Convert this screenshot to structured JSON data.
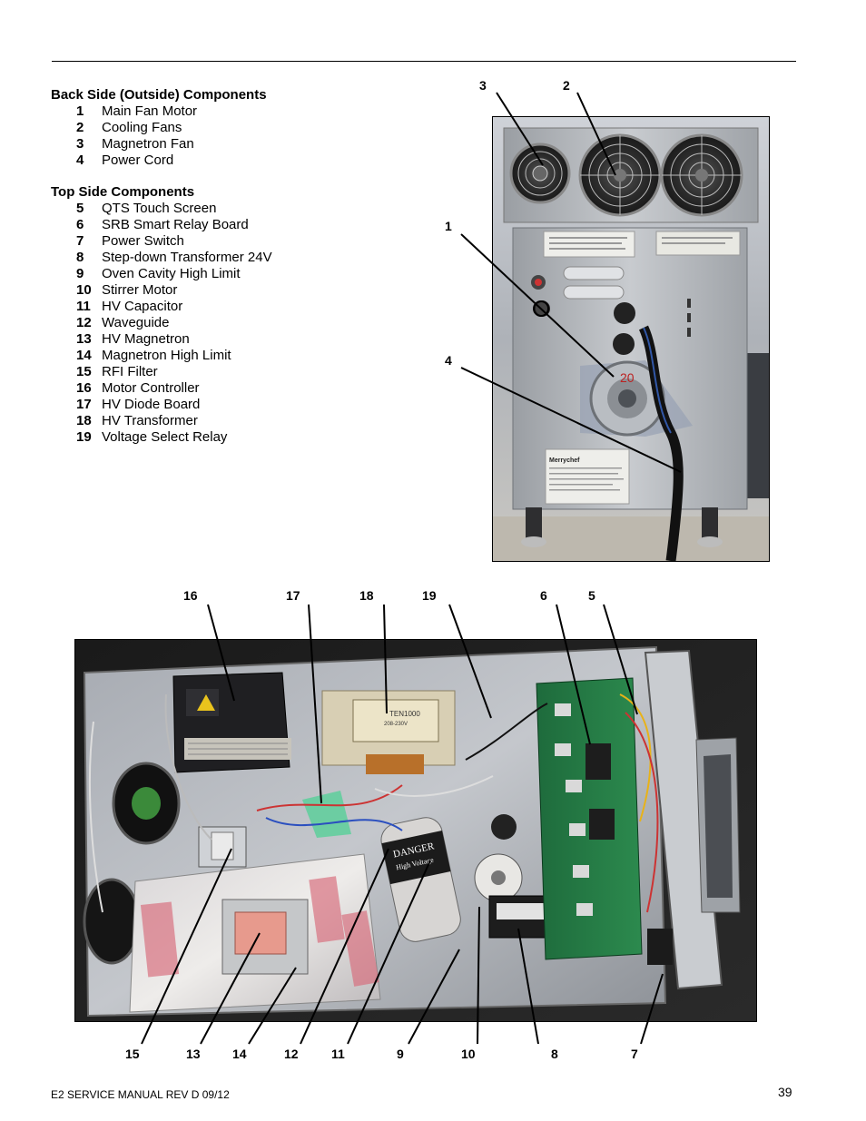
{
  "back_side": {
    "title": "Back Side (Outside) Components",
    "items": [
      {
        "num": "1",
        "label": "Main Fan Motor"
      },
      {
        "num": "2",
        "label": "Cooling Fans"
      },
      {
        "num": "3",
        "label": "Magnetron Fan"
      },
      {
        "num": "4",
        "label": "Power Cord"
      }
    ]
  },
  "top_side": {
    "title": "Top Side Components",
    "items": [
      {
        "num": "5",
        "label": "QTS Touch Screen"
      },
      {
        "num": "6",
        "label": "SRB Smart Relay Board"
      },
      {
        "num": "7",
        "label": "Power Switch"
      },
      {
        "num": "8",
        "label": "Step-down Transformer 24V"
      },
      {
        "num": "9",
        "label": "Oven Cavity High Limit"
      },
      {
        "num": "10",
        "label": "Stirrer Motor"
      },
      {
        "num": "11",
        "label": "HV Capacitor"
      },
      {
        "num": "12",
        "label": "Waveguide"
      },
      {
        "num": "13",
        "label": "HV Magnetron"
      },
      {
        "num": "14",
        "label": "Magnetron High Limit"
      },
      {
        "num": "15",
        "label": "RFI Filter"
      },
      {
        "num": "16",
        "label": "Motor Controller"
      },
      {
        "num": "17",
        "label": "HV Diode Board"
      },
      {
        "num": "18",
        "label": "HV Transformer"
      },
      {
        "num": "19",
        "label": "Voltage Select Relay"
      }
    ]
  },
  "back_callouts": [
    "3",
    "2",
    "1",
    "4"
  ],
  "top_callouts_above": [
    "16",
    "17",
    "18",
    "19",
    "6",
    "5"
  ],
  "top_callouts_below": [
    "15",
    "13",
    "14",
    "12",
    "11",
    "9",
    "10",
    "8",
    "7"
  ],
  "photo_text": {
    "brand": "Merrychef",
    "danger_1": "DANGER",
    "danger_2": "High Voltage",
    "transformer_1": "TEN1000",
    "transformer_2": "208-230V",
    "marker": "20"
  },
  "footer": {
    "left": "E2 SERVICE MANUAL REV D 09/12",
    "page": "39"
  }
}
